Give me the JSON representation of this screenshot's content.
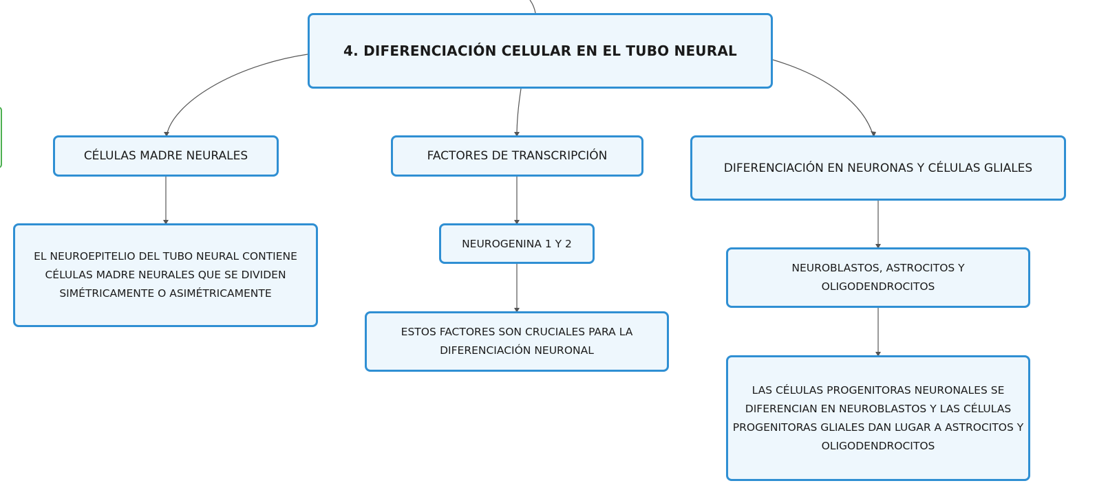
{
  "root": {
    "title": "4. DIFERENCIACIÓN CELULAR EN EL TUBO NEURAL"
  },
  "branches": [
    {
      "title": "CÉLULAS MADRE NEURALES",
      "description": "EL NEUROEPITELIO DEL TUBO NEURAL CONTIENE CÉLULAS MADRE NEURALES QUE SE DIVIDEN SIMÉTRICAMENTE O ASIMÉTRICAMENTE"
    },
    {
      "title": "FACTORES DE TRANSCRIPCIÓN",
      "item": "NEUROGENINA 1 Y 2",
      "description": "ESTOS FACTORES SON CRUCIALES PARA LA DIFERENCIACIÓN NEURONAL"
    },
    {
      "title": "DIFERENCIACIÓN EN NEURONAS Y CÉLULAS GLIALES",
      "item": "NEUROBLASTOS, ASTROCITOS Y OLIGODENDROCITOS",
      "description": "LAS CÉLULAS PROGENITORAS NEURONALES SE DIFERENCIAN EN NEUROBLASTOS Y LAS CÉLULAS PROGENITORAS GLIALES DAN LUGAR A ASTROCITOS Y OLIGODENDROCITOS"
    }
  ],
  "colors": {
    "node_border": "#2f8fd3",
    "node_fill": "#eef7fd",
    "connector": "#555555",
    "offscreen_node_border": "#4caf50"
  }
}
